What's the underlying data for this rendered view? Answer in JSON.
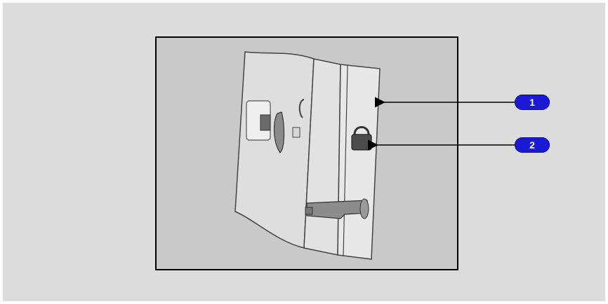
{
  "figure": {
    "callouts": [
      {
        "number": "1"
      },
      {
        "number": "2"
      }
    ]
  },
  "colors": {
    "background": "#dcdcdc",
    "panel": "#c9c9c9",
    "badge": "#1a1ad6",
    "badge_text": "#ffffff"
  },
  "icons": [
    "door-panel-illustration",
    "padlock-icon",
    "arrow-leader"
  ]
}
